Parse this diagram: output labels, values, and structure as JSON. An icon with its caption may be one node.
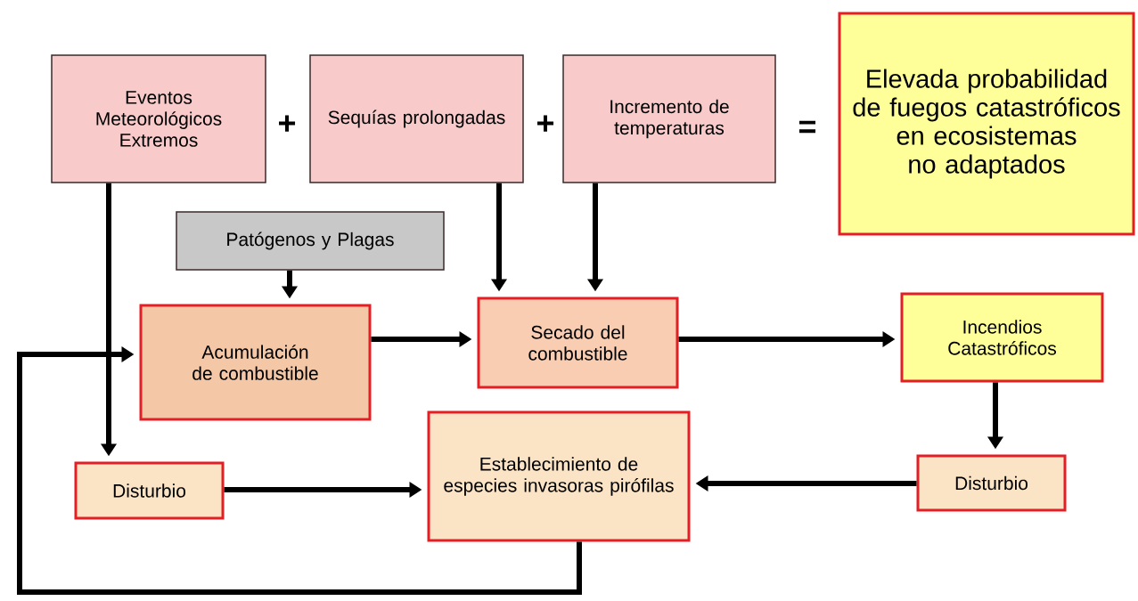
{
  "diagram": {
    "nodes": [
      {
        "text": [
          "Eventos Meteorológicos Extremos"
        ]
      },
      {
        "text": [
          "Sequías prolongadas"
        ]
      },
      {
        "text": [
          "Incremento de temperaturas"
        ]
      },
      {
        "text": [
          "Elevada probabilidad de fuegos catastróficos en ecosistemas no adaptados"
        ]
      },
      {
        "text": [
          "Patógenos y Plagas"
        ]
      },
      {
        "text": [
          "Acumulación de combustible"
        ]
      },
      {
        "text": [
          "Secado del combustible"
        ]
      },
      {
        "text": [
          "Incendios Catastróficos"
        ]
      },
      {
        "text": [
          "Disturbio"
        ]
      },
      {
        "text": [
          "Establecimiento de especies invasoras pirófilas"
        ]
      },
      {
        "text": [
          "Disturbio"
        ]
      }
    ],
    "edges": [
      {
        "from": 0,
        "to": 8,
        "arrow": "to"
      },
      {
        "from": 1,
        "to": 6,
        "arrow": "to"
      },
      {
        "from": 2,
        "to": 6,
        "arrow": "to"
      },
      {
        "from": 4,
        "to": 5,
        "arrow": "to"
      },
      {
        "from": 5,
        "to": 6,
        "arrow": "to"
      },
      {
        "from": 6,
        "to": 7,
        "arrow": "to"
      },
      {
        "from": 7,
        "to": 10,
        "arrow": "to"
      },
      {
        "from": 8,
        "to": 9,
        "arrow": "to"
      },
      {
        "from": 10,
        "to": 9,
        "arrow": "to"
      },
      {
        "from": 9,
        "to": 5,
        "arrow": "to"
      }
    ],
    "labels": [
      "+",
      "+",
      "="
    ]
  }
}
